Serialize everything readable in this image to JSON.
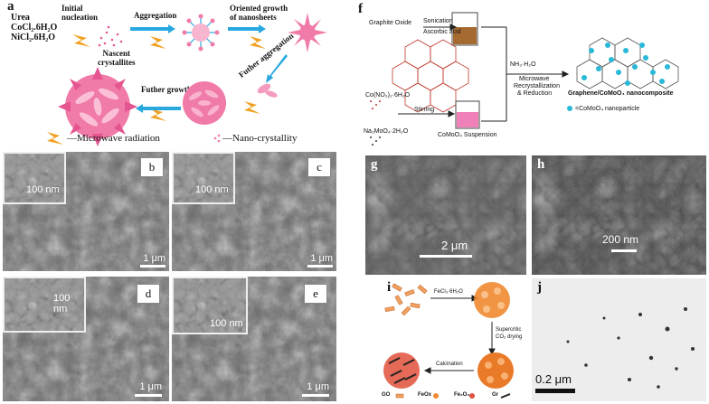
{
  "panel_a": {
    "label": "a",
    "reagents": [
      "Urea",
      "CoCl₂.6H₂O",
      "NiCl₂.6H₂O"
    ],
    "step_initial": "Initial\nnucleation",
    "nascent": "Nascent\ncrystallites",
    "aggregation": "Aggregation",
    "oriented": "Oriented growth\nof nanosheets",
    "further_aggregation": "Futher aggregation",
    "further_growth": "Futher growth",
    "legend_microwave": "—Microwave radiation",
    "legend_nano": "—Nano-crystallity"
  },
  "sem_panels": [
    {
      "label": "b",
      "inset_scale": "100 nm",
      "scale": "1 μm"
    },
    {
      "label": "c",
      "inset_scale": "100 nm",
      "scale": "1 μm"
    },
    {
      "label": "d",
      "inset_scale": "100 nm",
      "scale": "1 μm"
    },
    {
      "label": "e",
      "inset_scale": "100 nm",
      "scale": "1 μm"
    }
  ],
  "panel_f": {
    "label": "f",
    "graphite_oxide": "Graphite Oxide",
    "sonication": "Sonication",
    "ascorbic": "Ascorbic acid",
    "cobalt": "Co(NO₃)₂·6H₂O",
    "molybdate": "Na₂MoO₄·2H₂O",
    "stirring": "Stirring",
    "suspension": "CoMoO₄ Suspension",
    "nh3": "NH₃·H₂O",
    "microwave": "Microwave",
    "recryst": "Recrystallization",
    "reduction": "& Reduction",
    "product": "Graphene/CoMoO₄ nanocomposite",
    "legend": "=CoMoO₄ nanoparticle"
  },
  "panel_g": {
    "label": "g",
    "scale": "2 μm"
  },
  "panel_h": {
    "label": "h",
    "scale": "200 nm"
  },
  "panel_i": {
    "label": "i",
    "fecl3": "FeCl₃·6H₂O",
    "supercritic": "Supercritic",
    "co2": "CO₂ drying",
    "calcination": "Calcination",
    "legend": [
      {
        "name": "GO"
      },
      {
        "name": "FeOx"
      },
      {
        "name": "Fe₂O₃"
      },
      {
        "name": "Gr"
      }
    ]
  },
  "panel_j": {
    "label": "j",
    "scale": "0.2 μm"
  },
  "colors": {
    "flower": "#f07aa8",
    "arrow_blue": "#29a8e0",
    "lightning": "#f0a020",
    "orange": "#f08a30"
  }
}
